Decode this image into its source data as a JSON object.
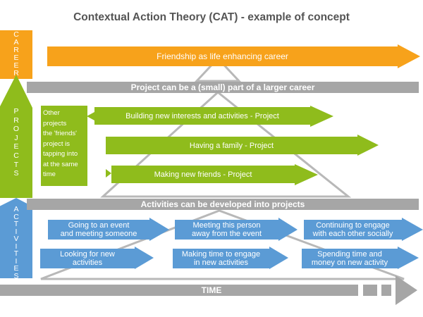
{
  "title": "Contextual Action Theory (CAT) - example of concept",
  "side_labels": {
    "career": "CAREER",
    "projects": "PROJECTS",
    "activities": "ACTIVITIES"
  },
  "career_arrow": "Friendship as life enhancing career",
  "band_project": "Project can be a (small) part of a larger career",
  "band_activities": "Activities can be developed into projects",
  "projects_note": [
    "Other",
    "projects",
    "the 'friends'",
    "project is",
    "tapping into",
    "at the same",
    "time"
  ],
  "projects": [
    "Building new interests and activities - Project",
    "Having a family - Project",
    "Making new friends - Project"
  ],
  "activities": [
    [
      "Going to an event",
      "and meeting someone"
    ],
    [
      "Meeting this person",
      "away from the event"
    ],
    [
      "Continuing to engage",
      "with each other socially"
    ],
    [
      "Looking for new",
      "activities"
    ],
    [
      "Making time to engage",
      "in new activities"
    ],
    [
      "Spending time and",
      "money on new activity"
    ]
  ],
  "time_label": "TIME",
  "colors": {
    "orange": "#f7a21b",
    "green": "#8fbc1c",
    "blue": "#5b9bd5",
    "grey": "#a6a6a6",
    "title": "#555555"
  }
}
